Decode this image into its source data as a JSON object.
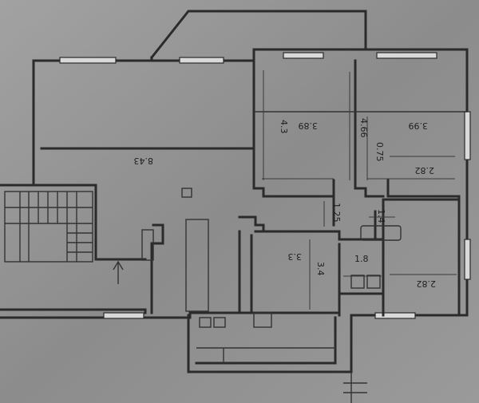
{
  "floor_plan": {
    "colors": {
      "paper": "#8f8f8f",
      "ink": "#2b2b2b",
      "window": "#d9d9d9"
    },
    "dimensions": {
      "living_width": "8.43",
      "bedroom_a_width": "3.89",
      "bedroom_a_depth": "4.3",
      "bedroom_b_depth": "4.66",
      "bedroom_b_width": "3.99",
      "closet_depth": "0.75",
      "closet_width": "2.82",
      "hall_width": "1.25",
      "bath_width": "1.4",
      "kitchen_width": "3.3",
      "kitchen_depth": "3.4",
      "wc_width": "1.8",
      "bedroom_c_width": "2.82"
    }
  }
}
